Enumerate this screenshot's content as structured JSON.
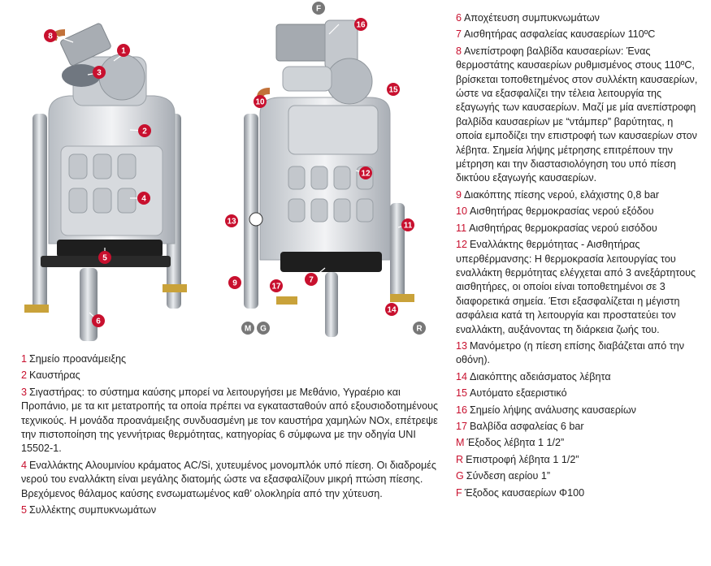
{
  "colors": {
    "marker_red": "#c8102e",
    "marker_grey": "#777777",
    "text": "#222222"
  },
  "markers": {
    "m1": "1",
    "m2": "2",
    "m3": "3",
    "m4": "4",
    "m5": "5",
    "m6": "6",
    "m7": "7",
    "m8": "8",
    "m9": "9",
    "m10": "10",
    "m11": "11",
    "m12": "12",
    "m13": "13",
    "m14": "14",
    "m15": "15",
    "m16": "16",
    "m17": "17",
    "mM": "M",
    "mG": "G",
    "mR": "R",
    "mF": "F"
  },
  "legend_left": [
    {
      "num": "1",
      "text": "Σημείο προανάμειξης"
    },
    {
      "num": "2",
      "text": "Καυστήρας"
    },
    {
      "num": "3",
      "text": "Σιγαστήρας: το σύστημα καύσης μπορεί να λειτουργήσει με Μεθάνιο, Υγραέριο και Προπάνιο, με τα κιτ μετατροπής τα οποία πρέπει να εγκατασταθούν από εξουσιοδοτημένους τεχνικούς. Η μονάδα προανάμειξης συνδυασμένη με τον καυστήρα χαμηλών NOx, επέτρεψε την πιστοποίηση της γεννήτριας θερμότητας, κατηγορίας 6 σύμφωνα με την οδηγία UNI 15502-1."
    },
    {
      "num": "4",
      "text": "Εναλλάκτης Αλουμινίου κράματος AC/Si, χυτευμένος μονομπλόκ υπό πίεση. Οι διαδρομές νερού του εναλλάκτη είναι μεγάλης διατομής ώστε να εξασφαλίζουν μικρή πτώση πίεσης. Βρεχόμενος θάλαμος καύσης ενσωματωμένος καθ’ ολοκληρία από την χύτευση."
    },
    {
      "num": "5",
      "text": "Συλλέκτης συμπυκνωμάτων"
    }
  ],
  "legend_right": [
    {
      "num": "6",
      "text": "Αποχέτευση συμπυκνωμάτων"
    },
    {
      "num": "7",
      "text": "Αισθητήρας ασφαλείας καυσαερίων 110ºC"
    },
    {
      "num": "8",
      "text": "Ανεπίστροφη βαλβίδα καυσαερίων: Ένας θερμοστάτης καυσαερίων ρυθμισμένος στους 110ºC, βρίσκεται τοποθετημένος στον συλλέκτη καυσαερίων, ώστε να εξασφαλίζει την τέλεια λειτουργία της εξαγωγής των καυσαερίων. Μαζί με μία ανεπίστροφη βαλβίδα καυσαερίων με “ντάμπερ” βαρύτητας, η οποία εμποδίζει την επιστροφή των καυσαερίων στον λέβητα. Σημεία λήψης μέτρησης επιτρέπουν την μέτρηση και την διαστασιολόγηση του υπό πίεση δικτύου εξαγωγής καυσαερίων."
    },
    {
      "num": "9",
      "text": "Διακόπτης πίεσης νερού, ελάχιστης 0,8 bar"
    },
    {
      "num": "10",
      "text": "Αισθητήρας θερμοκρασίας νερού εξόδου"
    },
    {
      "num": "11",
      "text": "Αισθητήρας θερμοκρασίας νερού εισόδου"
    },
    {
      "num": "12",
      "text": "Εναλλάκτης θερμότητας - Αισθητήρας υπερθέρμανσης: Η θερμοκρασία λειτουργίας του εναλλάκτη θερμότητας ελέγχεται από 3 ανεξάρτητους αισθητήρες, οι οποίοι είναι τοποθετημένοι σε 3 διαφορετικά σημεία. Έτσι εξασφαλίζεται η μέγιστη ασφάλεια κατά τη λειτουργία και προστατεύει τον εναλλάκτη, αυξάνοντας τη διάρκεια ζωής του."
    },
    {
      "num": "13",
      "text": "Μανόμετρο (η πίεση επίσης διαβάζεται από την οθόνη)."
    },
    {
      "num": "14",
      "text": "Διακόπτης αδειάσματος λέβητα"
    },
    {
      "num": "15",
      "text": "Αυτόματο εξαεριστικό"
    },
    {
      "num": "16",
      "text": "Σημείο λήψης ανάλυσης καυσαερίων"
    },
    {
      "num": "17",
      "text": "Βαλβίδα ασφαλείας 6 bar"
    },
    {
      "num": "M",
      "text": "Έξοδος λέβητα 1 1/2”"
    },
    {
      "num": "R",
      "text": "Επιστροφή λέβητα 1 1/2”"
    },
    {
      "num": "G",
      "text": "Σύνδεση αερίου 1”"
    },
    {
      "num": "F",
      "text": "Έξοδος καυσαερίων Φ100"
    }
  ]
}
